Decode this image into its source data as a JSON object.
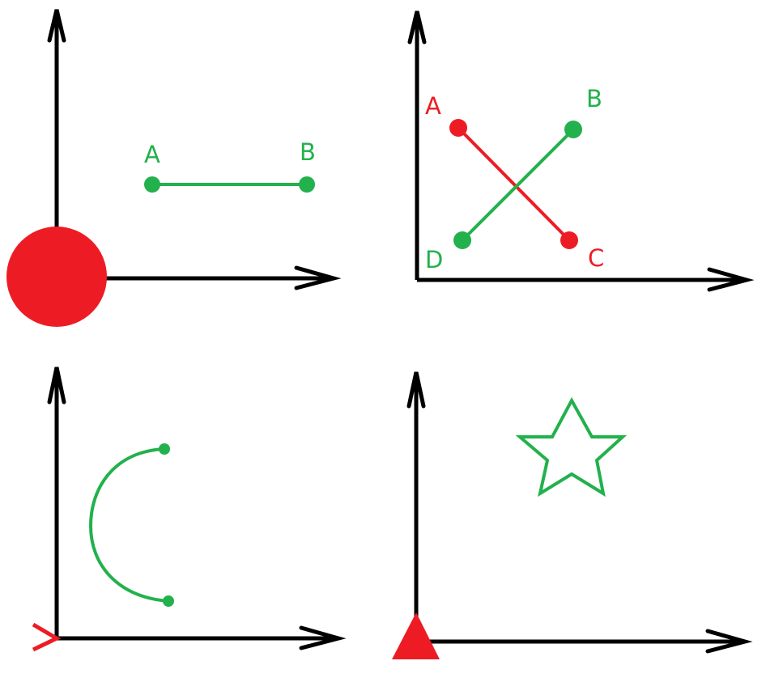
{
  "colors": {
    "axis": "#000000",
    "green": "#22b14c",
    "red": "#ed1c24",
    "background": "#ffffff"
  },
  "panels": [
    {
      "id": "top-left",
      "description_shapes": [
        "red-circle-at-origin",
        "green-horizontal-segment"
      ],
      "labels": {
        "a": "A",
        "b": "B"
      }
    },
    {
      "id": "top-right",
      "description_shapes": [
        "red-segment-a-c",
        "green-segment-d-b"
      ],
      "labels": {
        "a": "A",
        "b": "B",
        "c": "C",
        "d": "D"
      }
    },
    {
      "id": "bottom-left",
      "description_shapes": [
        "green-arc",
        "red-chevron-at-origin"
      ]
    },
    {
      "id": "bottom-right",
      "description_shapes": [
        "red-triangle-at-origin",
        "green-star-outline"
      ]
    }
  ]
}
